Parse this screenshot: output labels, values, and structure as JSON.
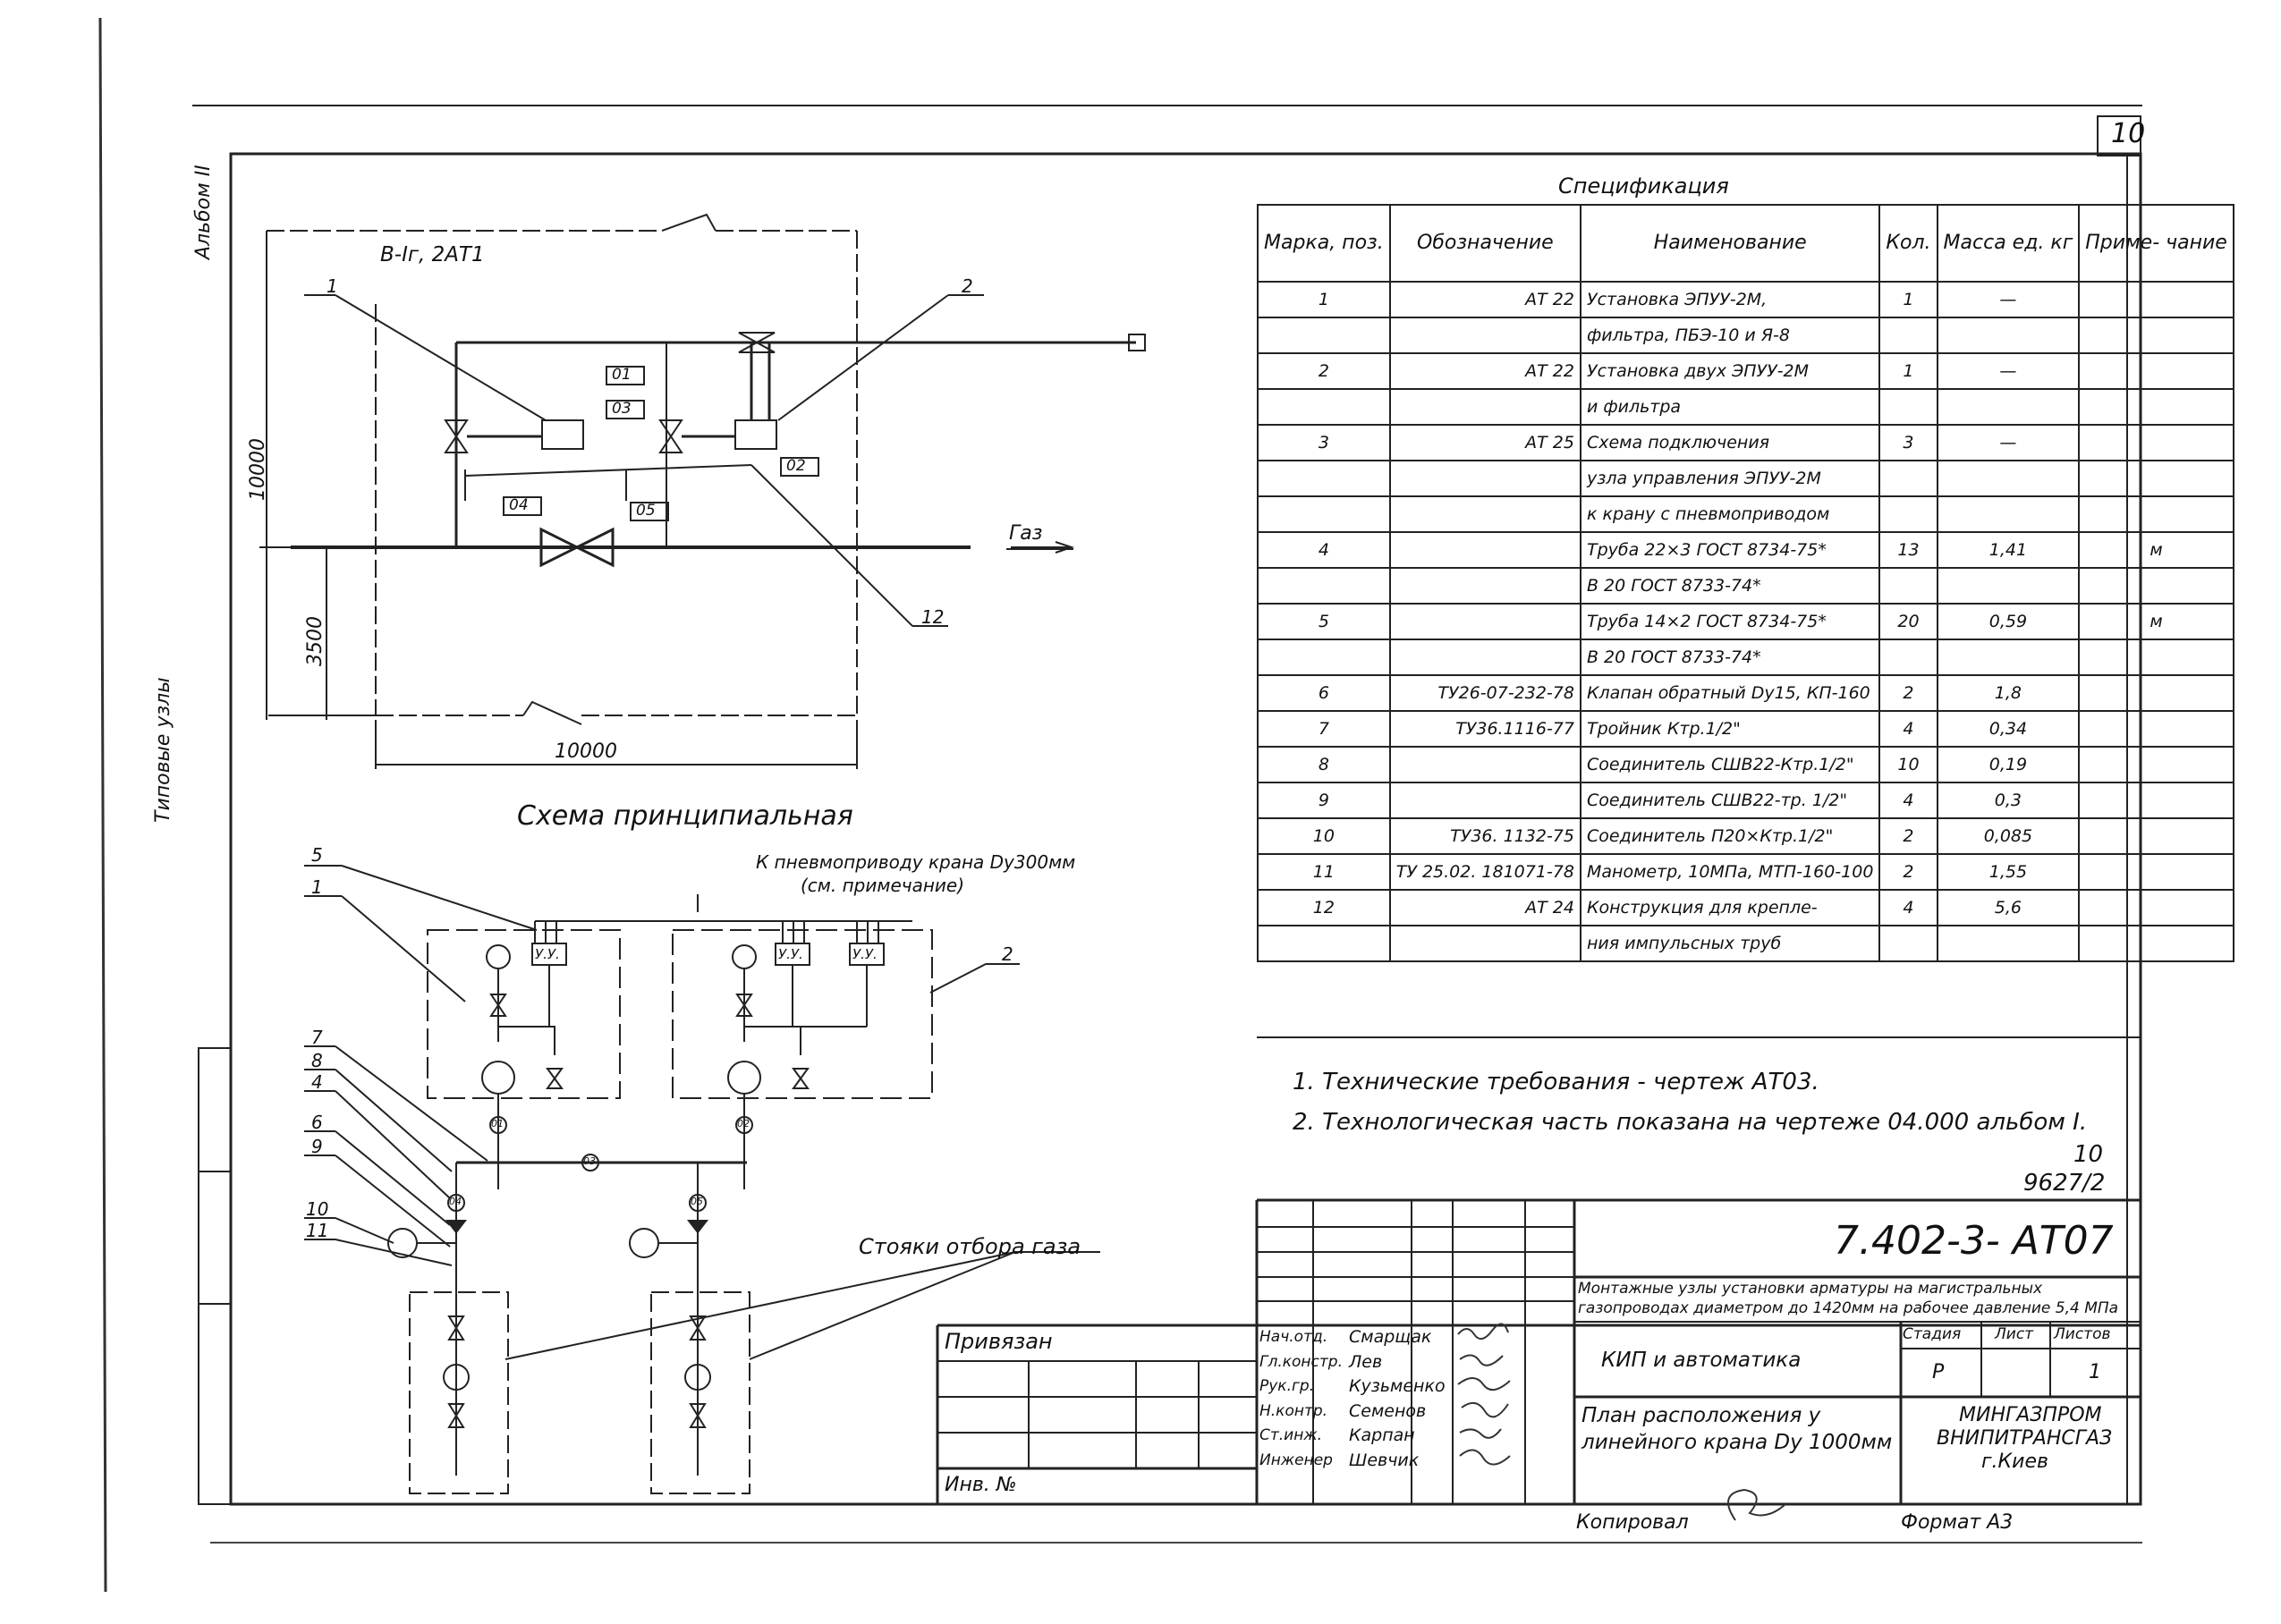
{
  "sheet_number": "10",
  "side_labels": {
    "album": "Альбом II",
    "nodes": "Типовые узлы"
  },
  "plan": {
    "title": "В-Iг, 2АТ1",
    "callouts": [
      "1",
      "2",
      "12"
    ],
    "boxes": [
      "01",
      "03",
      "02",
      "04",
      "05"
    ],
    "dims": {
      "vertical": "10000",
      "vertical_small": "3500",
      "horizontal": "10000"
    },
    "gas_label": "Газ"
  },
  "scheme": {
    "title": "Схема принципиальная",
    "pneumo_label": "К пневмоприводу крана Dу300мм",
    "pneumo_note": "(см. примечание)",
    "uu": "У.У.",
    "callouts": [
      "5",
      "1",
      "2",
      "7",
      "8",
      "4",
      "6",
      "9",
      "10",
      "11"
    ],
    "node_marks": [
      "01",
      "02",
      "03",
      "04",
      "05"
    ],
    "stands_label": "Стояки отбора газа"
  },
  "spec": {
    "title": "Спецификация",
    "headers": {
      "mark": "Марка, поз.",
      "designation": "Обозначение",
      "name": "Наименование",
      "qty": "Кол.",
      "mass": "Масса ед. кг",
      "note": "Приме- чание"
    },
    "rows": [
      {
        "mark": "1",
        "des": "АТ 22",
        "name": "Установка ЭПУУ-2М,",
        "qty": "1",
        "mass": "—",
        "note": ""
      },
      {
        "mark": "",
        "des": "",
        "name": "фильтра, ПБЭ-10 и Я-8",
        "qty": "",
        "mass": "",
        "note": ""
      },
      {
        "mark": "2",
        "des": "АТ 22",
        "name": "Установка двух ЭПУУ-2М",
        "qty": "1",
        "mass": "—",
        "note": ""
      },
      {
        "mark": "",
        "des": "",
        "name": "и фильтра",
        "qty": "",
        "mass": "",
        "note": ""
      },
      {
        "mark": "3",
        "des": "АТ 25",
        "name": "Схема подключения",
        "qty": "3",
        "mass": "—",
        "note": ""
      },
      {
        "mark": "",
        "des": "",
        "name": "узла управления ЭПУУ-2М",
        "qty": "",
        "mass": "",
        "note": ""
      },
      {
        "mark": "",
        "des": "",
        "name": "к крану с пневмоприводом",
        "qty": "",
        "mass": "",
        "note": ""
      },
      {
        "mark": "4",
        "des": "",
        "name": "Труба 22×3 ГОСТ 8734-75*",
        "qty": "13",
        "mass": "1,41",
        "note": "м"
      },
      {
        "mark": "",
        "des": "",
        "name": "В 20 ГОСТ 8733-74*",
        "qty": "",
        "mass": "",
        "note": ""
      },
      {
        "mark": "5",
        "des": "",
        "name": "Труба 14×2 ГОСТ 8734-75*",
        "qty": "20",
        "mass": "0,59",
        "note": "м"
      },
      {
        "mark": "",
        "des": "",
        "name": "В 20 ГОСТ 8733-74*",
        "qty": "",
        "mass": "",
        "note": ""
      },
      {
        "mark": "6",
        "des": "ТУ26-07-232-78",
        "name": "Клапан обратный Dу15, КП-160",
        "qty": "2",
        "mass": "1,8",
        "note": ""
      },
      {
        "mark": "7",
        "des": "ТУ36.1116-77",
        "name": "Тройник Ктр.1/2\"",
        "qty": "4",
        "mass": "0,34",
        "note": ""
      },
      {
        "mark": "8",
        "des": "",
        "name": "Соединитель СШВ22-Ктр.1/2\"",
        "qty": "10",
        "mass": "0,19",
        "note": ""
      },
      {
        "mark": "9",
        "des": "",
        "name": "Соединитель СШВ22-тр. 1/2\"",
        "qty": "4",
        "mass": "0,3",
        "note": ""
      },
      {
        "mark": "10",
        "des": "ТУ36. 1132-75",
        "name": "Соединитель П20×Ктр.1/2\"",
        "qty": "2",
        "mass": "0,085",
        "note": ""
      },
      {
        "mark": "11",
        "des": "ТУ 25.02. 181071-78",
        "name": "Манометр, 10МПа, МТП-160-100",
        "qty": "2",
        "mass": "1,55",
        "note": ""
      },
      {
        "mark": "12",
        "des": "АТ 24",
        "name": "Конструкция для крепле-",
        "qty": "4",
        "mass": "5,6",
        "note": ""
      },
      {
        "mark": "",
        "des": "",
        "name": "ния импульсных труб",
        "qty": "",
        "mass": "",
        "note": ""
      }
    ]
  },
  "notes": [
    "1. Технические требования - чертеж АТ03.",
    "2. Технологическая часть показана на чертеже 04.000 альбом I."
  ],
  "page_ref": {
    "num": "10",
    "code": "9627/2"
  },
  "title_block": {
    "doc_code": "7.402-3- АТ07",
    "description": "Монтажные узлы установки арматуры на магистральных газопроводах диаметром до 1420мм на рабочее давление 5,4 МПа",
    "section": "КИП и автоматика",
    "sheet_title": "План расположения у линейного крана Dу 1000мм",
    "stage_label": "Стадия",
    "sheet_label": "Лист",
    "sheets_label": "Листов",
    "stage": "Р",
    "sheet": "",
    "sheets": "1",
    "org": [
      "МИНГАЗПРОМ",
      "ВНИПИТРАНСГАЗ",
      "г.Киев"
    ],
    "bound_label": "Привязан",
    "inv_label": "Инв. №",
    "roles": [
      "Нач.отд.",
      "Гл.констр.",
      "Рук.гр.",
      "Н.контр.",
      "Ст.инж.",
      "Инженер"
    ],
    "names": [
      "Смарщак",
      "Лев",
      "Кузьменко",
      "Семенов",
      "Карпан",
      "Шевчик"
    ],
    "copied": "Копировал",
    "format": "Формат А3"
  }
}
